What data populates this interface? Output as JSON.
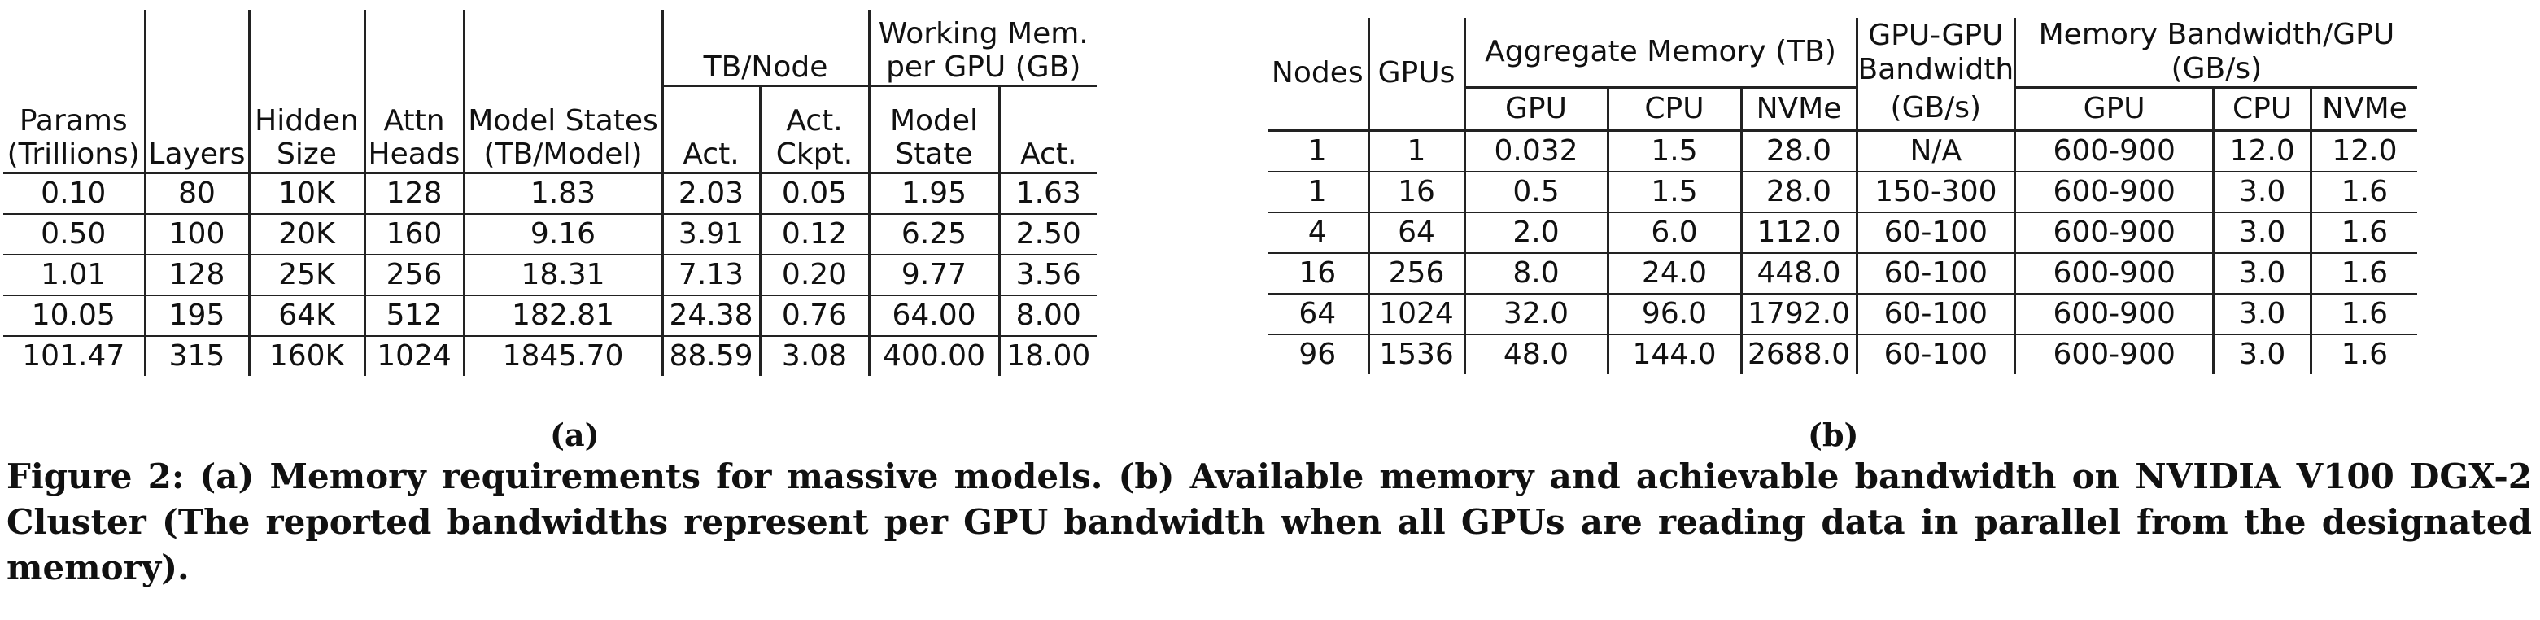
{
  "table_a": {
    "group_headers": {
      "tb_node": "TB/Node",
      "working_mem": [
        "Working Mem.",
        "per GPU (GB)"
      ]
    },
    "columns": [
      [
        "Params",
        "(Trillions)"
      ],
      [
        "Layers"
      ],
      [
        "Hidden",
        "Size"
      ],
      [
        "Attn",
        "Heads"
      ],
      [
        "Model States",
        "(TB/Model)"
      ],
      [
        "Act."
      ],
      [
        "Act.",
        "Ckpt."
      ],
      [
        "Model",
        "State"
      ],
      [
        "Act."
      ]
    ],
    "rows": [
      [
        "0.10",
        "80",
        "10K",
        "128",
        "1.83",
        "2.03",
        "0.05",
        "1.95",
        "1.63"
      ],
      [
        "0.50",
        "100",
        "20K",
        "160",
        "9.16",
        "3.91",
        "0.12",
        "6.25",
        "2.50"
      ],
      [
        "1.01",
        "128",
        "25K",
        "256",
        "18.31",
        "7.13",
        "0.20",
        "9.77",
        "3.56"
      ],
      [
        "10.05",
        "195",
        "64K",
        "512",
        "182.81",
        "24.38",
        "0.76",
        "64.00",
        "8.00"
      ],
      [
        "101.47",
        "315",
        "160K",
        "1024",
        "1845.70",
        "88.59",
        "3.08",
        "400.00",
        "18.00"
      ]
    ],
    "label": "(a)"
  },
  "table_b": {
    "group_headers": {
      "aggregate": "Aggregate Memory (TB)",
      "gpu_gpu": [
        "GPU-GPU",
        "Bandwidth"
      ],
      "mem_bw": [
        "Memory Bandwidth/GPU",
        "(GB/s)"
      ]
    },
    "columns": [
      "Nodes",
      "GPUs",
      "GPU",
      "CPU",
      "NVMe",
      "(GB/s)",
      "GPU",
      "CPU",
      "NVMe"
    ],
    "rows": [
      [
        "1",
        "1",
        "0.032",
        "1.5",
        "28.0",
        "N/A",
        "600-900",
        "12.0",
        "12.0"
      ],
      [
        "1",
        "16",
        "0.5",
        "1.5",
        "28.0",
        "150-300",
        "600-900",
        "3.0",
        "1.6"
      ],
      [
        "4",
        "64",
        "2.0",
        "6.0",
        "112.0",
        "60-100",
        "600-900",
        "3.0",
        "1.6"
      ],
      [
        "16",
        "256",
        "8.0",
        "24.0",
        "448.0",
        "60-100",
        "600-900",
        "3.0",
        "1.6"
      ],
      [
        "64",
        "1024",
        "32.0",
        "96.0",
        "1792.0",
        "60-100",
        "600-900",
        "3.0",
        "1.6"
      ],
      [
        "96",
        "1536",
        "48.0",
        "144.0",
        "2688.0",
        "60-100",
        "600-900",
        "3.0",
        "1.6"
      ]
    ],
    "label": "(b)"
  },
  "caption": "Figure 2: (a) Memory requirements for massive models. (b) Available memory and achievable bandwidth on NVIDIA V100 DGX-2 Cluster (The reported bandwidths represent per GPU bandwidth when all GPUs are reading data in parallel from the designated memory)."
}
